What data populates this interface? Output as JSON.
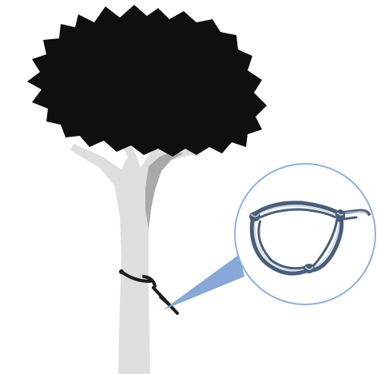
{
  "colors": {
    "background": "#ffffff",
    "canopy": "#0f0f0f",
    "trunk": "#dedede",
    "trunk_shadow": "#a9a9a9",
    "wire": "#1e1e1e",
    "callout_beam": "#7a9ed4",
    "magnifier_border": "#8fb0de",
    "magnifier_fill": "#ffffff",
    "snare_wire": "#4a5e78",
    "snare_highlight": "#c9d6e6"
  },
  "icons": {
    "tree": "tree-illustration",
    "snare": "wire-snare-loop",
    "magnifier": "zoom-callout-circle"
  }
}
